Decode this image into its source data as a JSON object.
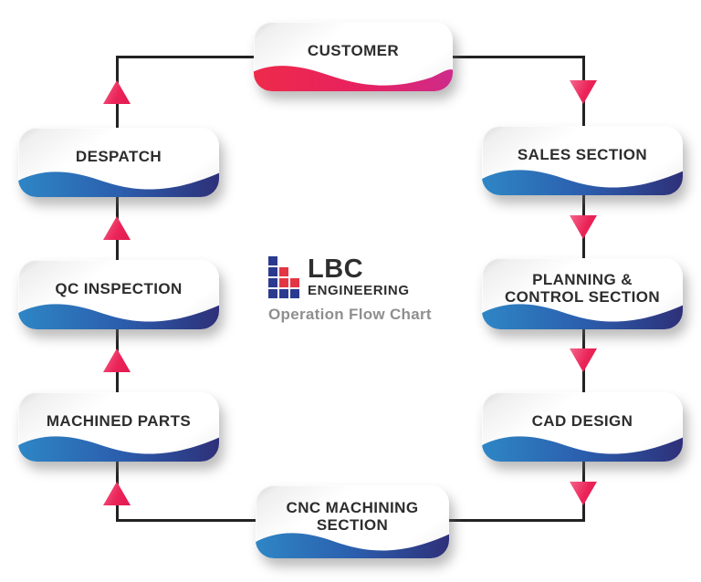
{
  "page": {
    "title": "LBC Engineering Operation Flow Chart"
  },
  "logo": {
    "name_line1": "LBC",
    "name_line2": "ENGINEERING",
    "subtitle": "Operation Flow Chart",
    "pattern": [
      "B..",
      "BR.",
      "BRR",
      "BBB"
    ],
    "colors": {
      "blue": "#2b3a8f",
      "red": "#e23645"
    }
  },
  "nodes": [
    {
      "id": "customer",
      "label": "CUSTOMER",
      "wave": "pink"
    },
    {
      "id": "sales",
      "label": "SALES SECTION",
      "wave": "blue"
    },
    {
      "id": "planning",
      "label": "PLANNING & CONTROL SECTION",
      "wave": "blue"
    },
    {
      "id": "cad",
      "label": "CAD DESIGN",
      "wave": "blue"
    },
    {
      "id": "cnc",
      "label": "CNC MACHINING SECTION",
      "wave": "blue"
    },
    {
      "id": "machined",
      "label": "MACHINED PARTS",
      "wave": "blue"
    },
    {
      "id": "qc",
      "label": "QC INSPECTION",
      "wave": "blue"
    },
    {
      "id": "despatch",
      "label": "DESPATCH",
      "wave": "blue"
    }
  ],
  "flow": {
    "direction": "clockwise",
    "sequence": [
      "CUSTOMER",
      "SALES SECTION",
      "PLANNING & CONTROL SECTION",
      "CAD DESIGN",
      "CNC MACHINING SECTION",
      "MACHINED PARTS",
      "QC INSPECTION",
      "DESPATCH",
      "CUSTOMER"
    ],
    "arrow_color": "#eb2458",
    "line_color": "#222222"
  },
  "colors": {
    "wave_blue": [
      "#2e86c5",
      "#2b5fae",
      "#2e3079"
    ],
    "wave_pink": [
      "#ee2a4b",
      "#e62160",
      "#ce2b8b"
    ],
    "box_text": "#2d2d2d",
    "subtitle_grey": "#8f8f8f",
    "background": "#ffffff"
  }
}
